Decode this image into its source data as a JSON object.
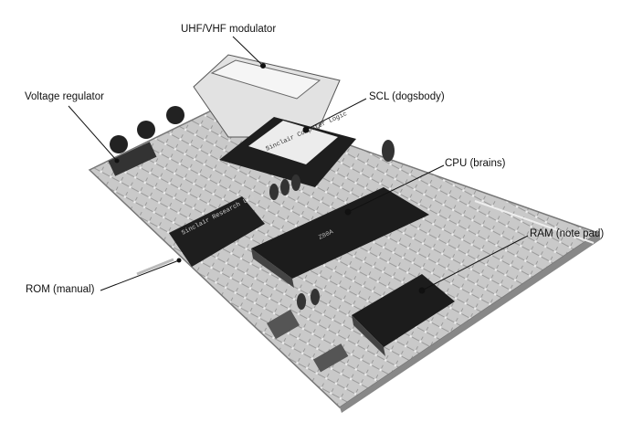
{
  "labels": {
    "modulator": "UHF/VHF modulator",
    "regulator": "Voltage regulator",
    "scl": "SCL (dogsbody)",
    "cpu": "CPU (brains)",
    "ram": "RAM (note pad)",
    "rom": "ROM (manual)"
  },
  "chip_markings": {
    "scl": "Sinclair Computer Logic",
    "cpu": "Z80A",
    "rom": "Sinclair Research Ltd"
  }
}
